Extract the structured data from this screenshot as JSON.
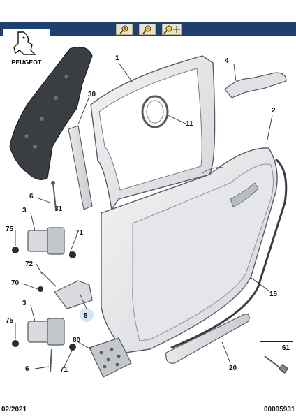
{
  "toolbar": {
    "tools": [
      {
        "icon": "zoom-in-icon"
      },
      {
        "icon": "zoom-out-icon"
      },
      {
        "icon": "zoom-move-icon"
      }
    ],
    "background": "#1f3f6e"
  },
  "brand": {
    "name": "PEUGEOT"
  },
  "parts": [
    {
      "ref": "1"
    },
    {
      "ref": "2"
    },
    {
      "ref": "3"
    },
    {
      "ref": "3"
    },
    {
      "ref": "4"
    },
    {
      "ref": "5"
    },
    {
      "ref": "6"
    },
    {
      "ref": "6"
    },
    {
      "ref": "11"
    },
    {
      "ref": "15"
    },
    {
      "ref": "20"
    },
    {
      "ref": "30"
    },
    {
      "ref": "31"
    },
    {
      "ref": "70"
    },
    {
      "ref": "71"
    },
    {
      "ref": "71"
    },
    {
      "ref": "72"
    },
    {
      "ref": "75"
    },
    {
      "ref": "75"
    },
    {
      "ref": "80"
    }
  ],
  "inset": {
    "ref": "61"
  },
  "footer": {
    "date": "02/2021",
    "reference": "00095931"
  },
  "colors": {
    "panel": "#e6e7ea",
    "outline": "#555b63",
    "dark_part": "#3a3d42",
    "highlight": "#cfe0f5"
  }
}
